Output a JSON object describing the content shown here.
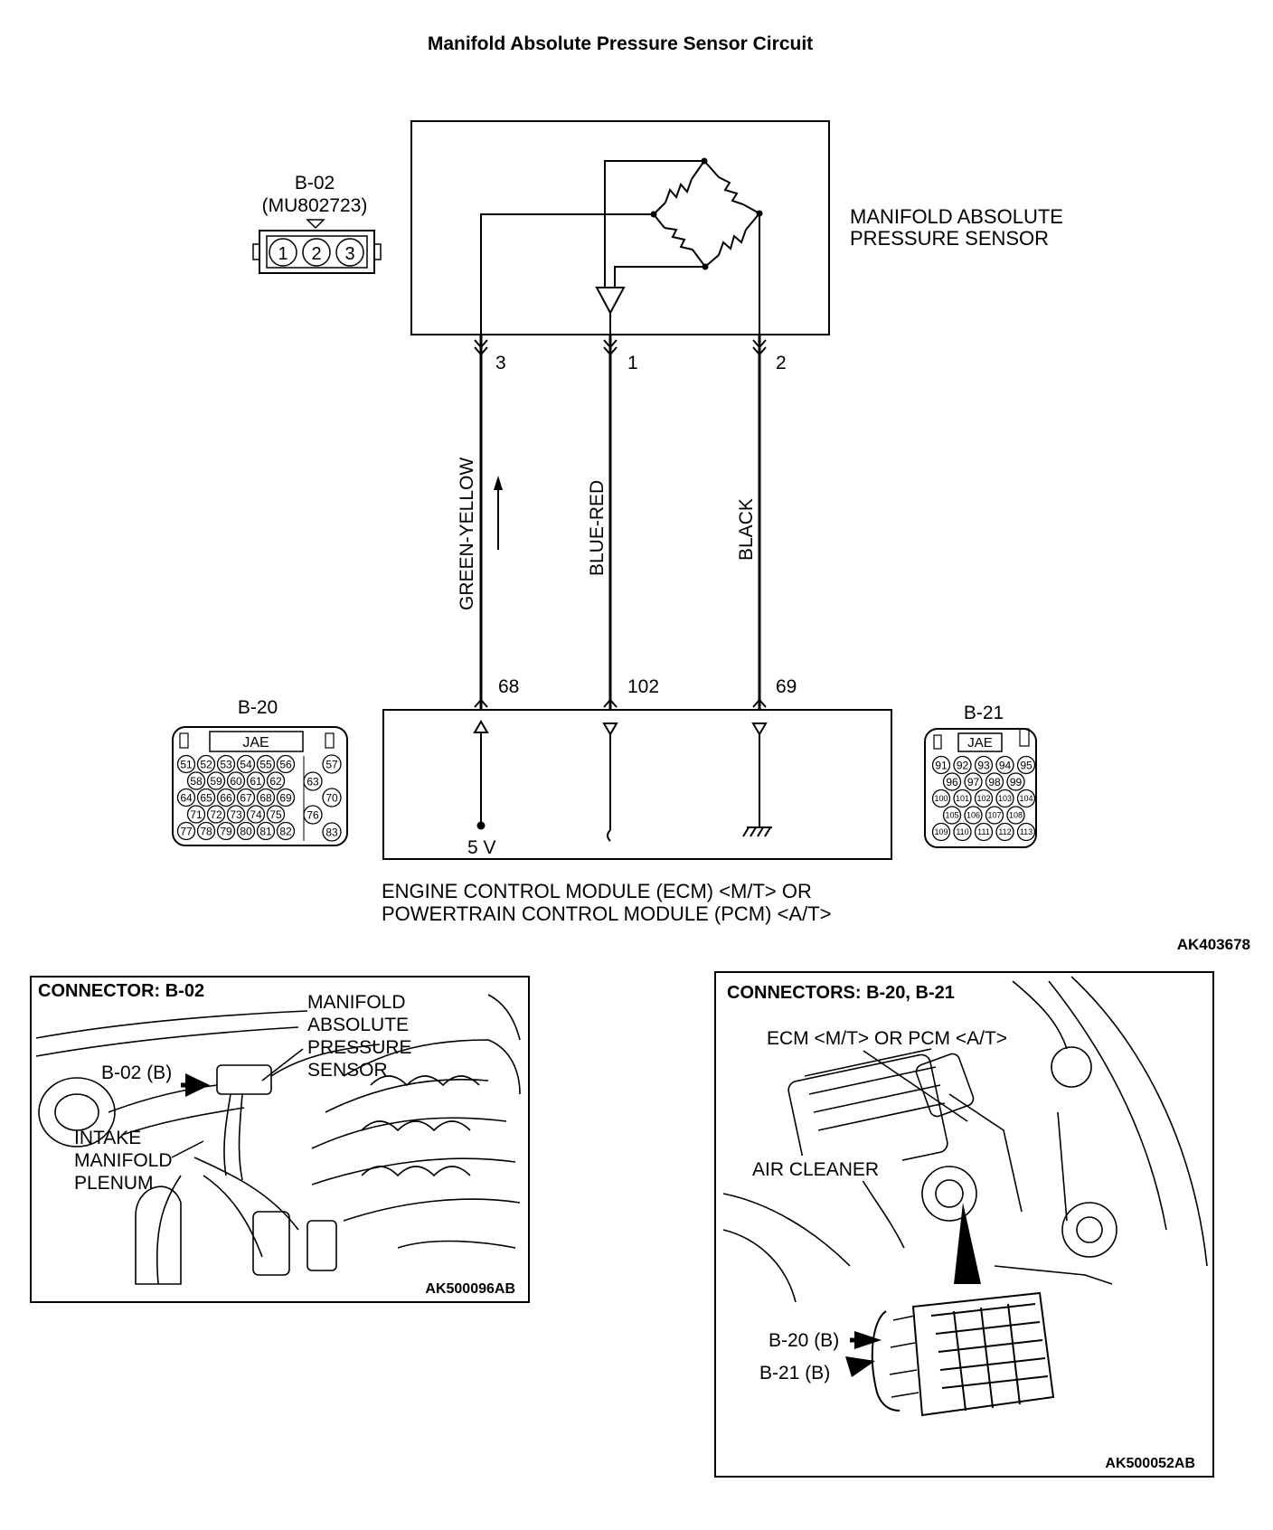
{
  "title": "Manifold Absolute Pressure Sensor Circuit",
  "figure_code": "AK403678",
  "sensor": {
    "label_line1": "MANIFOLD ABSOLUTE",
    "label_line2": "PRESSURE SENSOR",
    "connector": "B-02",
    "part_number": "(MU802723)",
    "pins": [
      "1",
      "2",
      "3"
    ]
  },
  "wires": [
    {
      "sensor_pin": "3",
      "ecm_pin": "68",
      "color": "GREEN-YELLOW"
    },
    {
      "sensor_pin": "1",
      "ecm_pin": "102",
      "color": "BLUE-RED"
    },
    {
      "sensor_pin": "2",
      "ecm_pin": "69",
      "color": "BLACK"
    }
  ],
  "ecm": {
    "supply": "5 V",
    "label_line1": "ENGINE CONTROL MODULE (ECM) <M/T> OR",
    "label_line2": "POWERTRAIN CONTROL MODULE (PCM) <A/T>"
  },
  "connector_b20": {
    "name": "B-20",
    "maker": "JAE",
    "rows": [
      [
        "51",
        "52",
        "53",
        "54",
        "55",
        "56"
      ],
      [
        "58",
        "59",
        "60",
        "61",
        "62"
      ],
      [
        "64",
        "65",
        "66",
        "67",
        "68",
        "69"
      ],
      [
        "71",
        "72",
        "73",
        "74",
        "75"
      ],
      [
        "77",
        "78",
        "79",
        "80",
        "81",
        "82"
      ]
    ],
    "side_pins": [
      "57",
      "63",
      "70",
      "76",
      "83"
    ]
  },
  "connector_b21": {
    "name": "B-21",
    "maker": "JAE",
    "rows": [
      [
        "91",
        "92",
        "93",
        "94",
        "95"
      ],
      [
        "96",
        "97",
        "98",
        "99"
      ],
      [
        "100",
        "101",
        "102",
        "103",
        "104"
      ],
      [
        "105",
        "106",
        "107",
        "108"
      ],
      [
        "109",
        "110",
        "111",
        "112",
        "113"
      ]
    ]
  },
  "panel_left": {
    "heading": "CONNECTOR: B-02",
    "callouts": [
      "MANIFOLD",
      "ABSOLUTE",
      "PRESSURE",
      "SENSOR"
    ],
    "connector_label": "B-02 (B)",
    "plenum": [
      "INTAKE",
      "MANIFOLD",
      "PLENUM"
    ],
    "code": "AK500096AB"
  },
  "panel_right": {
    "heading": "CONNECTORS: B-20, B-21",
    "module_label": "ECM <M/T> OR PCM <A/T>",
    "air_cleaner": "AIR CLEANER",
    "b20_label": "B-20 (B)",
    "b21_label": "B-21 (B)",
    "code": "AK500052AB"
  }
}
